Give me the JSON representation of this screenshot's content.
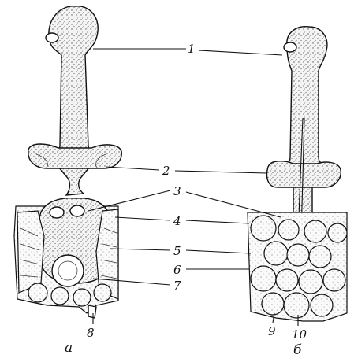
{
  "labels": [
    "1",
    "2",
    "3",
    "4",
    "5",
    "6",
    "7",
    "8",
    "9",
    "10"
  ],
  "captions": {
    "left": "а",
    "right": "б"
  }
}
